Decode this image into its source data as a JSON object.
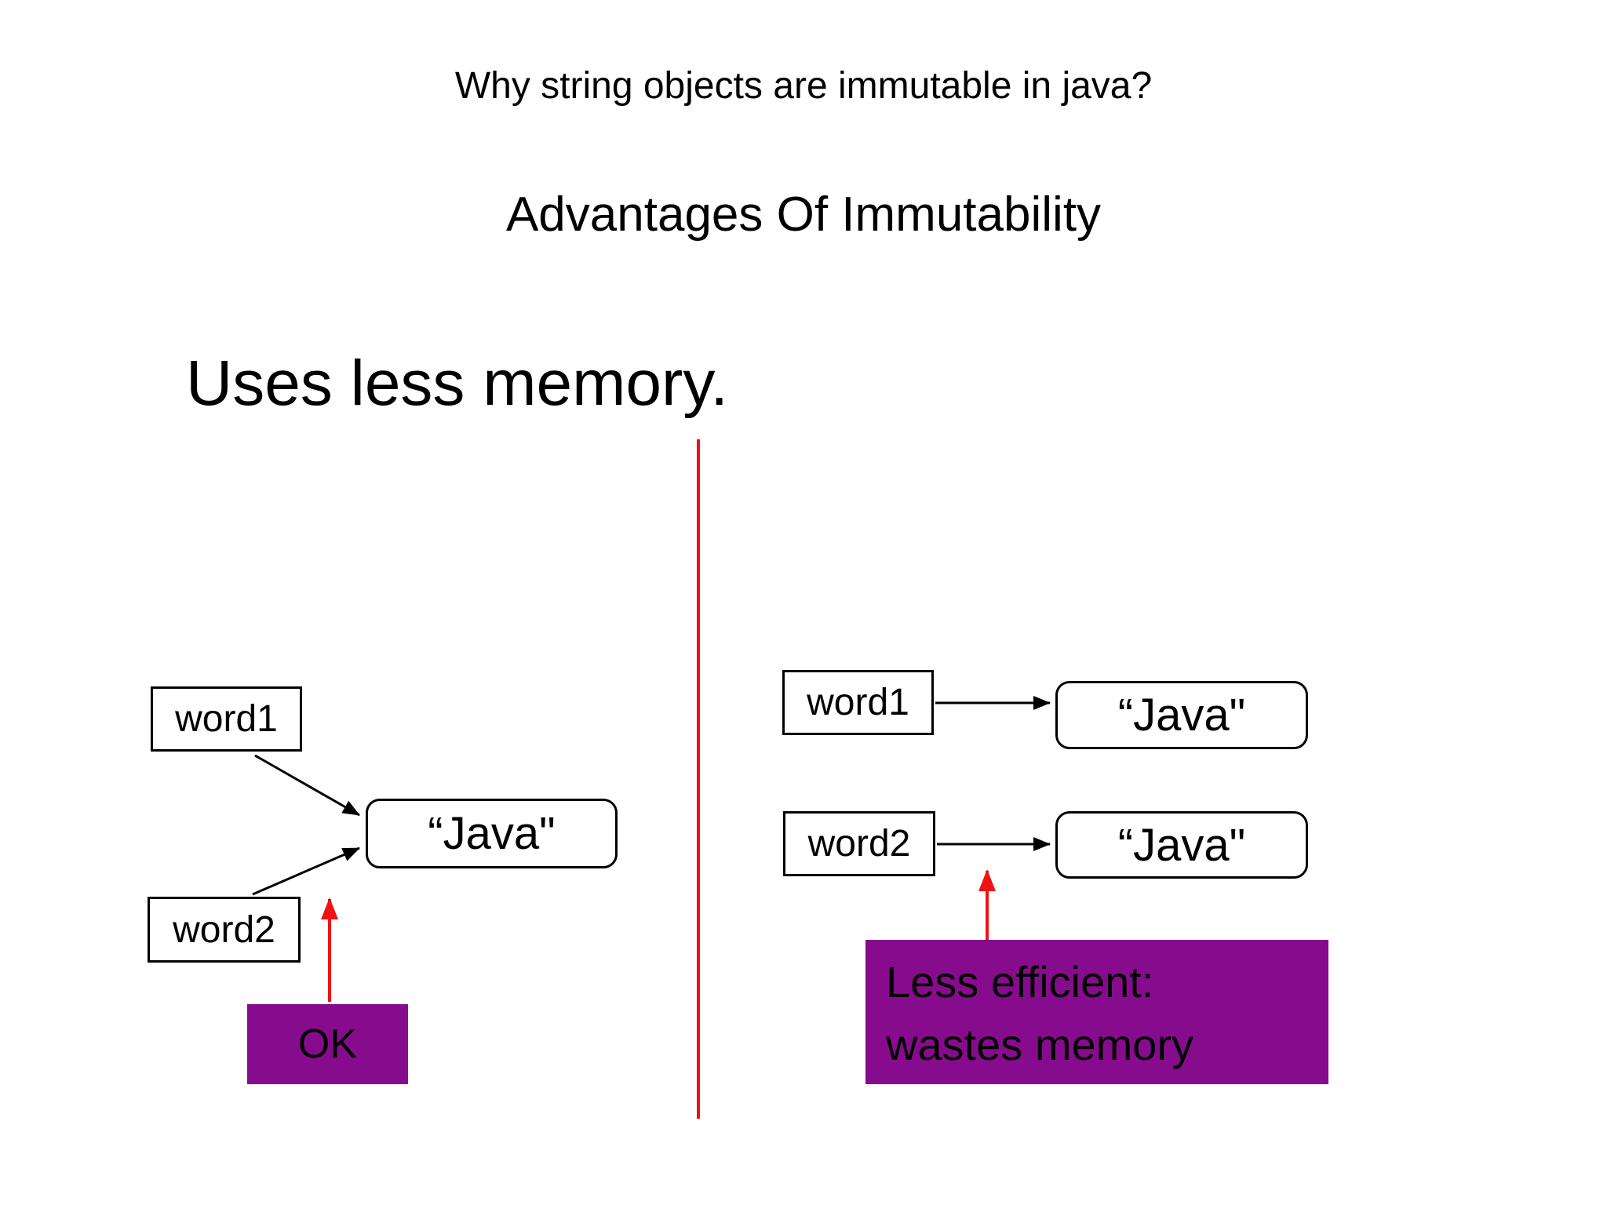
{
  "colors": {
    "purple": "#870c8d",
    "red": "#ee1414",
    "black": "#000000",
    "background": "#ffffff"
  },
  "header": {
    "title": "Why string objects are immutable in java?",
    "subtitle": "Advantages Of Immutability"
  },
  "heading": "Uses less memory.",
  "left_diagram": {
    "word1": "word1",
    "word2": "word2",
    "java": "“Java\"",
    "ok_label": "OK"
  },
  "right_diagram": {
    "word1": "word1",
    "word2": "word2",
    "java_top": "“Java\"",
    "java_bottom": "“Java\"",
    "caption_line1": "Less efficient:",
    "caption_line2": "wastes memory"
  }
}
